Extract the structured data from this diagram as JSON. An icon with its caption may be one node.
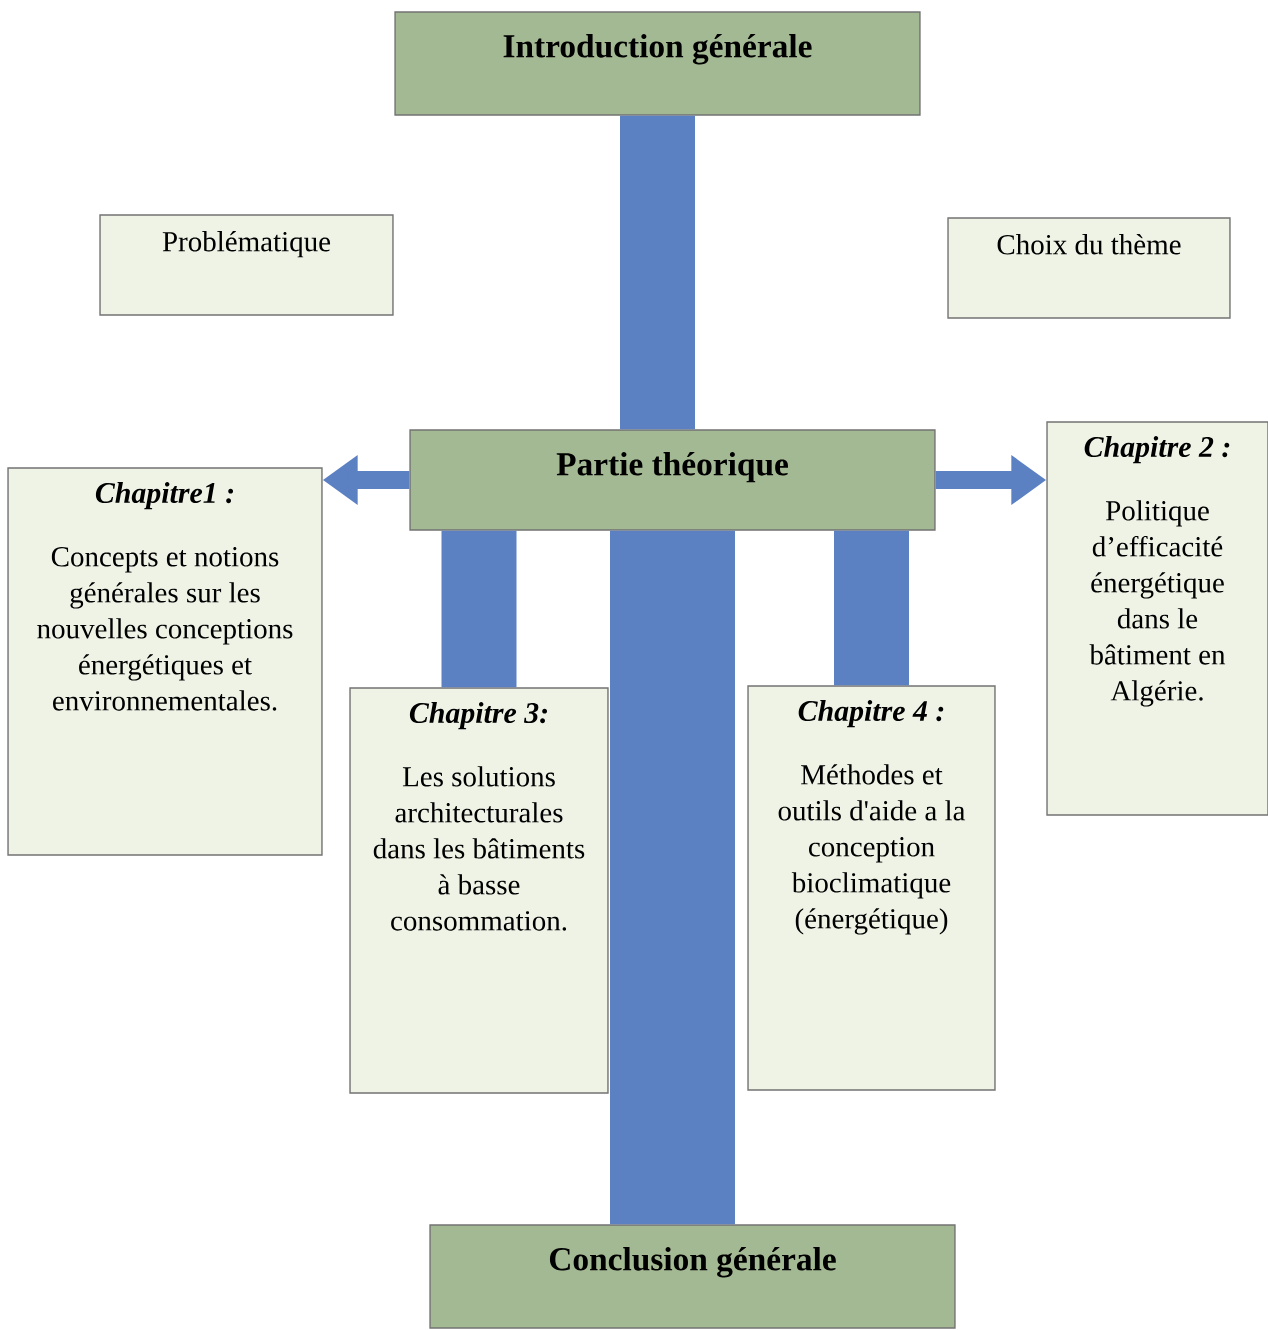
{
  "diagram": {
    "nodes": [
      {
        "text": [
          "Introduction générale"
        ]
      },
      {
        "text": [
          "Problématique"
        ]
      },
      {
        "text": [
          "Choix du thème"
        ]
      },
      {
        "text": [
          "Partie théorique"
        ]
      },
      {
        "text": [
          "Chapitre1 :",
          "Concepts et notions générales sur les nouvelles conceptions énergétiques et environnementales."
        ]
      },
      {
        "text": [
          "Chapitre 2 :",
          "Politique d’efficacité énergétique dans le bâtiment en Algérie."
        ]
      },
      {
        "text": [
          "Chapitre 3:",
          "Les solutions architecturales dans les bâtiments à basse consommation."
        ]
      },
      {
        "text": [
          "Chapitre 4 :",
          "Méthodes et outils d'aide a la conception bioclimatique (énergétique)"
        ]
      },
      {
        "text": [
          "Conclusion générale"
        ]
      }
    ],
    "edges": [
      {
        "from": 0,
        "to": 3,
        "arrow": "none"
      },
      {
        "from": 3,
        "to": 4,
        "arrow": "to"
      },
      {
        "from": 3,
        "to": 5,
        "arrow": "to"
      },
      {
        "from": 3,
        "to": 6,
        "arrow": "none"
      },
      {
        "from": 3,
        "to": 7,
        "arrow": "none"
      },
      {
        "from": 3,
        "to": 8,
        "arrow": "none"
      }
    ]
  }
}
